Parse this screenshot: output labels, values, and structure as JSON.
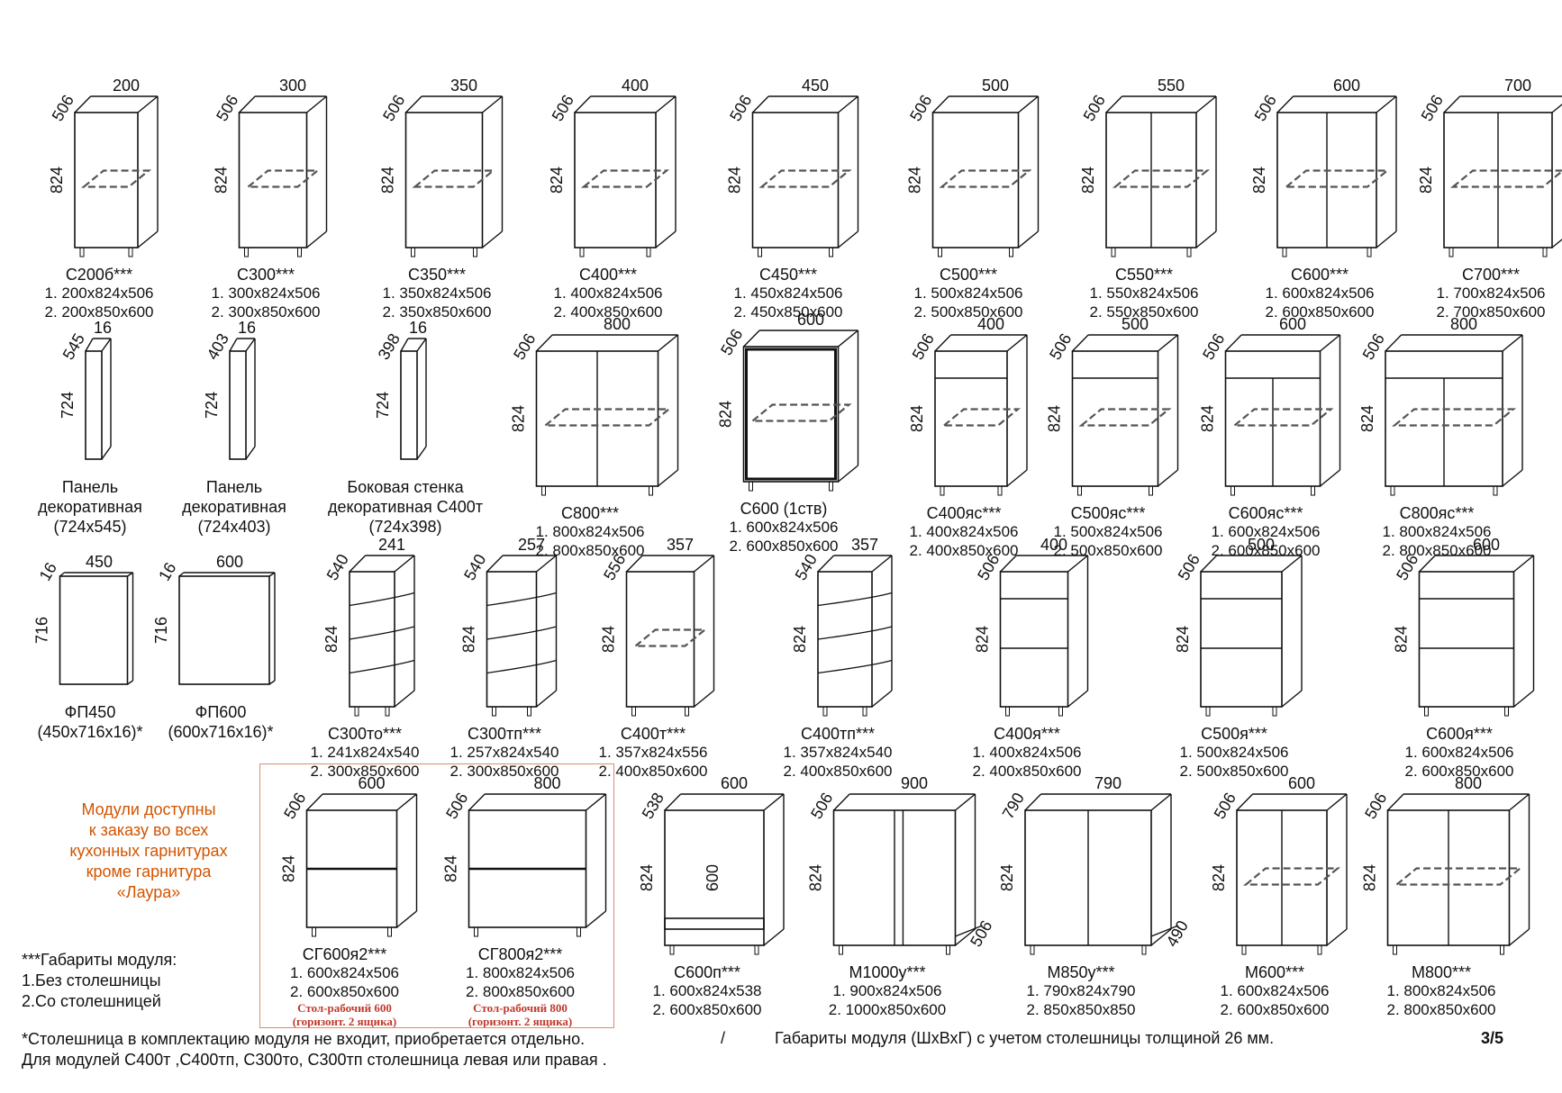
{
  "modules": [
    {
      "kind": "cab",
      "w": "200",
      "d": "506",
      "h": "824",
      "name": "С200б***",
      "dims": [
        "1. 200х824х506",
        "2. 200х850х600"
      ]
    },
    {
      "kind": "cab",
      "w": "300",
      "d": "506",
      "h": "824",
      "name": "С300***",
      "dims": [
        "1. 300х824х506",
        "2. 300х850х600"
      ]
    },
    {
      "kind": "cab",
      "w": "350",
      "d": "506",
      "h": "824",
      "name": "С350***",
      "dims": [
        "1. 350х824х506",
        "2. 350х850х600"
      ]
    },
    {
      "kind": "cab",
      "w": "400",
      "d": "506",
      "h": "824",
      "name": "С400***",
      "dims": [
        "1. 400х824х506",
        "2. 400х850х600"
      ]
    },
    {
      "kind": "cab",
      "w": "450",
      "d": "506",
      "h": "824",
      "name": "С450***",
      "dims": [
        "1. 450х824х506",
        "2. 450х850х600"
      ]
    },
    {
      "kind": "cab",
      "w": "500",
      "d": "506",
      "h": "824",
      "name": "С500***",
      "dims": [
        "1. 500х824х506",
        "2. 500х850х600"
      ]
    },
    {
      "kind": "cab",
      "w": "550",
      "d": "506",
      "h": "824",
      "name": "С550***",
      "dims": [
        "1. 550х824х506",
        "2. 550х850х600"
      ]
    },
    {
      "kind": "cab",
      "w": "600",
      "d": "506",
      "h": "824",
      "name": "С600***",
      "dims": [
        "1. 600х824х506",
        "2. 600х850х600"
      ]
    },
    {
      "kind": "cab",
      "w": "700",
      "d": "506",
      "h": "824",
      "name": "С700***",
      "dims": [
        "1. 700х824х506",
        "2. 700х850х600"
      ]
    },
    {
      "kind": "panel",
      "w": "16",
      "d": "545",
      "h": "724",
      "lines": [
        "Панель",
        "декоративная",
        "(724х545)"
      ]
    },
    {
      "kind": "panel",
      "w": "16",
      "d": "403",
      "h": "724",
      "lines": [
        "Панель",
        "декоративная",
        "(724х403)"
      ]
    },
    {
      "kind": "panel",
      "w": "16",
      "d": "398",
      "h": "724",
      "lines": [
        "Боковая стенка",
        "декоративная С400т",
        "(724х398)"
      ]
    },
    {
      "kind": "cab",
      "w": "800",
      "d": "506",
      "h": "824",
      "name": "С800***",
      "dims": [
        "1. 800х824х506",
        "2. 800х850х600"
      ]
    },
    {
      "kind": "cab",
      "w": "600",
      "d": "506",
      "h": "824",
      "name": "С600 (1ств)",
      "dims": [
        "1. 600х824х506",
        "2. 600х850х600"
      ]
    },
    {
      "kind": "cab",
      "w": "400",
      "d": "506",
      "h": "824",
      "name": "С400яс***",
      "dims": [
        "1. 400х824х506",
        "2. 400х850х600"
      ]
    },
    {
      "kind": "cab",
      "w": "500",
      "d": "506",
      "h": "824",
      "name": "С500яс***",
      "dims": [
        "1. 500х824х506",
        "2. 500х850х600"
      ]
    },
    {
      "kind": "cab",
      "w": "600",
      "d": "506",
      "h": "824",
      "name": "С600яс***",
      "dims": [
        "1. 600х824х506",
        "2. 600х850х600"
      ]
    },
    {
      "kind": "cab",
      "w": "800",
      "d": "506",
      "h": "824",
      "name": "С800яс***",
      "dims": [
        "1. 800х824х506",
        "2. 800х850х600"
      ]
    },
    {
      "kind": "front",
      "w": "450",
      "d": "16",
      "h": "716",
      "lines": [
        "ФП450",
        "(450х716х16)*"
      ]
    },
    {
      "kind": "front",
      "w": "600",
      "d": "16",
      "h": "716",
      "lines": [
        "ФП600",
        "(600х716х16)*"
      ]
    },
    {
      "kind": "cab",
      "w": "241",
      "d": "540",
      "h": "824",
      "name": "С300то***",
      "dims": [
        "1. 241х824х540",
        "2. 300х850х600"
      ]
    },
    {
      "kind": "cab",
      "w": "257",
      "d": "540",
      "h": "824",
      "name": "С300тп***",
      "dims": [
        "1. 257х824х540",
        "2. 300х850х600"
      ]
    },
    {
      "kind": "cab",
      "w": "357",
      "d": "556",
      "h": "824",
      "name": "С400т***",
      "dims": [
        "1. 357х824х556",
        "2. 400х850х600"
      ]
    },
    {
      "kind": "cab",
      "w": "357",
      "d": "540",
      "h": "824",
      "name": "С400тп***",
      "dims": [
        "1. 357х824х540",
        "2. 400х850х600"
      ]
    },
    {
      "kind": "cab",
      "w": "400",
      "d": "506",
      "h": "824",
      "name": "С400я***",
      "dims": [
        "1. 400х824х506",
        "2. 400х850х600"
      ]
    },
    {
      "kind": "cab",
      "w": "500",
      "d": "506",
      "h": "824",
      "name": "С500я***",
      "dims": [
        "1. 500х824х506",
        "2. 500х850х600"
      ]
    },
    {
      "kind": "cab",
      "w": "600",
      "d": "506",
      "h": "824",
      "name": "С600я***",
      "dims": [
        "1. 600х824х506",
        "2. 600х850х600"
      ]
    },
    {
      "kind": "cab",
      "w": "600",
      "d": "506",
      "h": "824",
      "name": "СГ600я2***",
      "dims": [
        "1. 600х824х506",
        "2. 600х850х600"
      ],
      "note": [
        "Стол-рабочий 600",
        "(горизонт. 2 ящика)"
      ]
    },
    {
      "kind": "cab",
      "w": "800",
      "d": "506",
      "h": "824",
      "name": "СГ800я2***",
      "dims": [
        "1. 800х824х506",
        "2. 800х850х600"
      ],
      "note": [
        "Стол-рабочий 800",
        "(горизонт. 2 ящика)"
      ]
    },
    {
      "kind": "cab",
      "w": "600",
      "d": "538",
      "h": "824",
      "inner": "600",
      "name": "С600п***",
      "dims": [
        "1. 600х824х538",
        "2. 600х850х600"
      ]
    },
    {
      "kind": "cab",
      "w": "900",
      "d": "506",
      "h": "824",
      "side": "506",
      "name": "М1000у***",
      "dims": [
        "1. 900х824х506",
        "2. 1000х850х600"
      ]
    },
    {
      "kind": "cab",
      "w": "790",
      "d": "790",
      "h": "824",
      "side": "490",
      "name": "М850у***",
      "dims": [
        "1. 790х824х790",
        "2. 850х850х850"
      ]
    },
    {
      "kind": "cab",
      "w": "600",
      "d": "506",
      "h": "824",
      "name": "М600***",
      "dims": [
        "1. 600х824х506",
        "2. 600х850х600"
      ]
    },
    {
      "kind": "cab",
      "w": "800",
      "d": "506",
      "h": "824",
      "name": "М800***",
      "dims": [
        "1. 800х824х506",
        "2. 800х850х600"
      ]
    }
  ],
  "availability_note": [
    "Модули доступны",
    "к заказу во всех",
    "кухонных гарнитурах",
    "кроме гарнитура",
    "«Лаура»"
  ],
  "legend": [
    "***Габариты модуля:",
    "1.Без столешницы",
    "2.Со столешницей"
  ],
  "footer_lines": [
    "*Столешница в комплектацию модуля не входит, приобретается отдельно.",
    "Для модулей С400т ,С400тп, С300то, С300тп столешница левая или правая ."
  ],
  "separator": "/",
  "footer_right": "Габариты модуля (ШхВхГ) с учетом столешницы толщиной 26 мм.",
  "page_number": "3/5",
  "colors": {
    "note": "#c0392b",
    "availability": "#d35400",
    "frame": "#e08a6a"
  }
}
